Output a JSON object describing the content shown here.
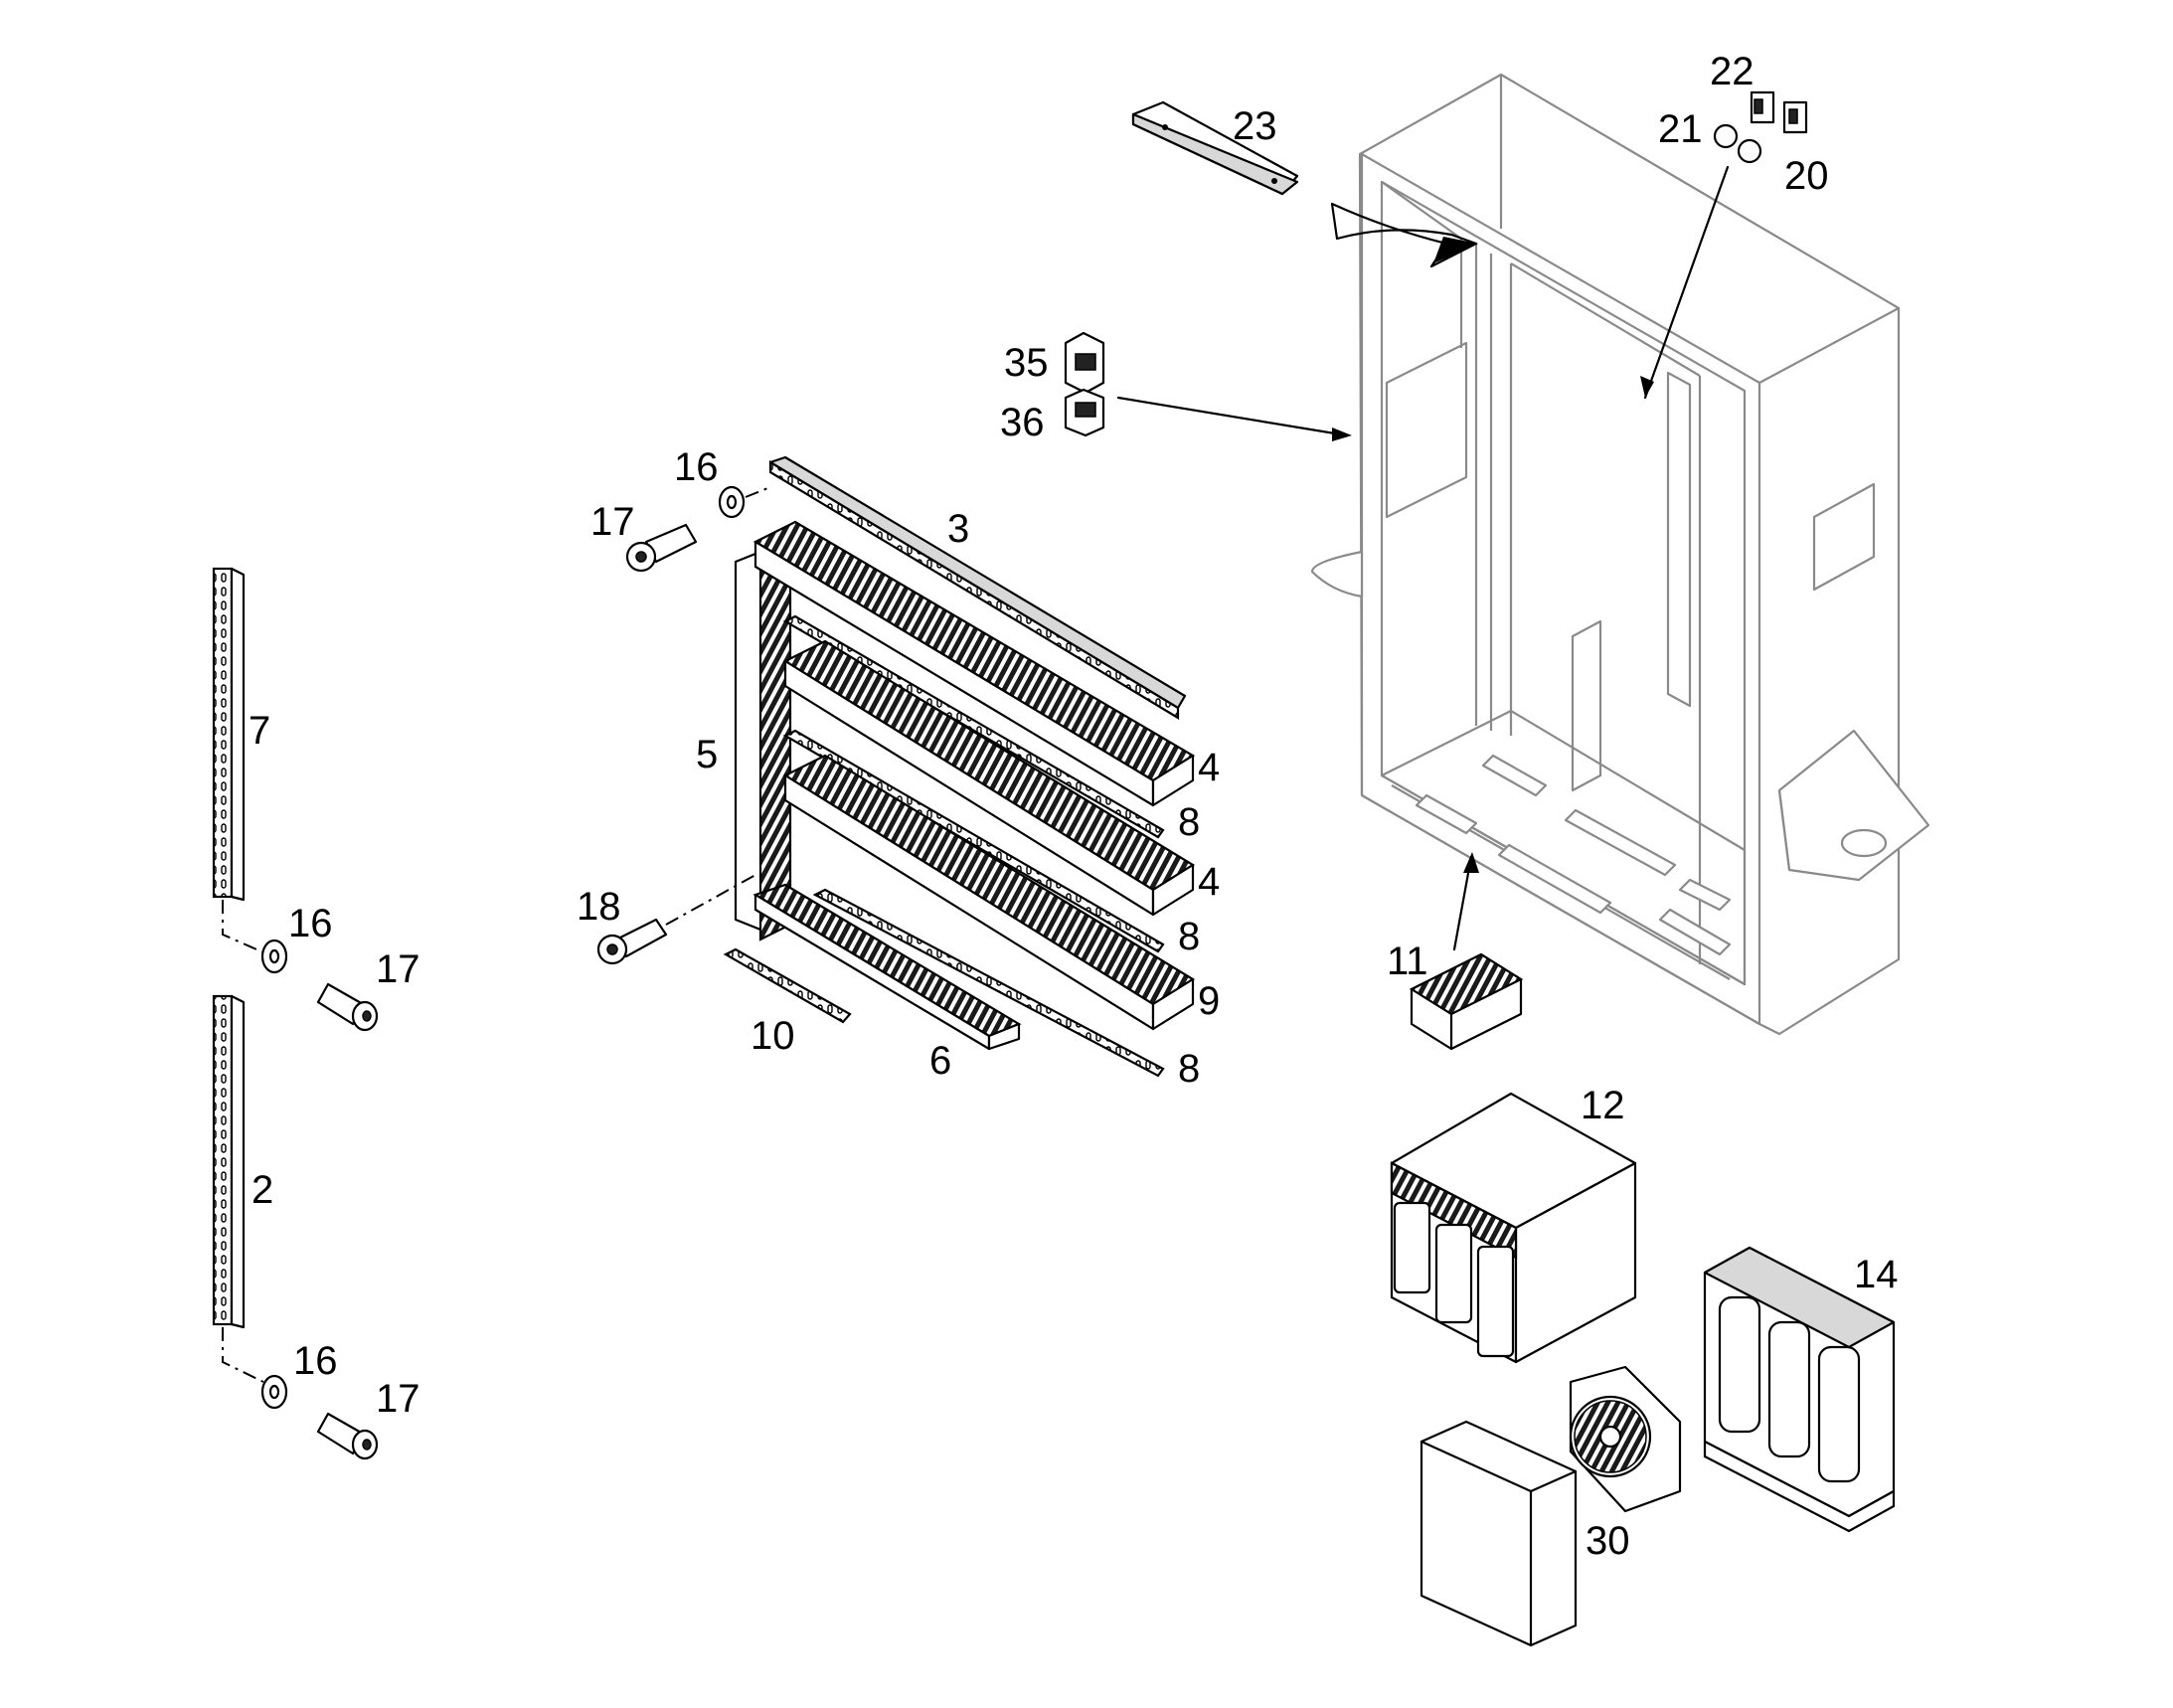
{
  "title": "",
  "callouts": [
    {
      "id": "c23",
      "text": "23"
    },
    {
      "id": "c22",
      "text": "22"
    },
    {
      "id": "c21",
      "text": "21"
    },
    {
      "id": "c20",
      "text": "20"
    },
    {
      "id": "c35",
      "text": "35"
    },
    {
      "id": "c36",
      "text": "36"
    },
    {
      "id": "c16a",
      "text": "16"
    },
    {
      "id": "c17a",
      "text": "17"
    },
    {
      "id": "c3",
      "text": "3"
    },
    {
      "id": "c7",
      "text": "7"
    },
    {
      "id": "c5",
      "text": "5"
    },
    {
      "id": "c4a",
      "text": "4"
    },
    {
      "id": "c8a",
      "text": "8"
    },
    {
      "id": "c4b",
      "text": "4"
    },
    {
      "id": "c8b",
      "text": "8"
    },
    {
      "id": "c9",
      "text": "9"
    },
    {
      "id": "c8c",
      "text": "8"
    },
    {
      "id": "c18",
      "text": "18"
    },
    {
      "id": "c10",
      "text": "10"
    },
    {
      "id": "c6",
      "text": "6"
    },
    {
      "id": "c16b",
      "text": "16"
    },
    {
      "id": "c17b",
      "text": "17"
    },
    {
      "id": "c2",
      "text": "2"
    },
    {
      "id": "c16c",
      "text": "16"
    },
    {
      "id": "c17c",
      "text": "17"
    },
    {
      "id": "c11",
      "text": "11"
    },
    {
      "id": "c12",
      "text": "12"
    },
    {
      "id": "c14",
      "text": "14"
    },
    {
      "id": "c30",
      "text": "30"
    }
  ]
}
